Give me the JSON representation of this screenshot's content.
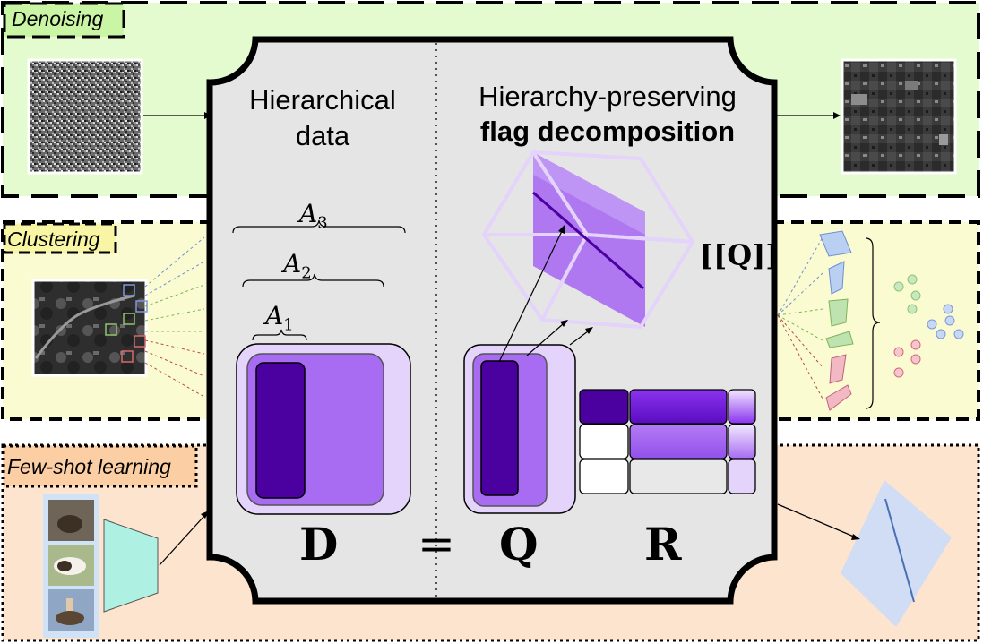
{
  "bands": {
    "denoising": "Denoising",
    "clustering": "Clustering",
    "fewshot": "Few-shot learning"
  },
  "panel": {
    "left_title": "Hierarchical data",
    "right_title_line1": "Hierarchy-preserving",
    "right_title_line2": "flag decomposition"
  },
  "math": {
    "a1": "A",
    "a1_sub": "1",
    "a2": "A",
    "a2_sub": "2",
    "a3": "A",
    "a3_sub": "3",
    "flag": "[[Q]]",
    "d": "D",
    "eq": "=",
    "q": "Q",
    "r": "R"
  },
  "colors": {
    "denoising_bg": "#e3fbcf",
    "denoising_label_bg": "#c9f5a5",
    "clustering_bg": "#fbfbd2",
    "clustering_label_bg": "#f8f6a4",
    "fewshot_bg": "#fde4cf",
    "fewshot_label_bg": "#fbcfa3",
    "panel_bg": "#e5e5e5",
    "purple_dark": "#4b00a0",
    "purple_mid": "#a86cf2",
    "purple_light": "#e4d3fa",
    "flag_light_blue": "#dbe7f8"
  }
}
